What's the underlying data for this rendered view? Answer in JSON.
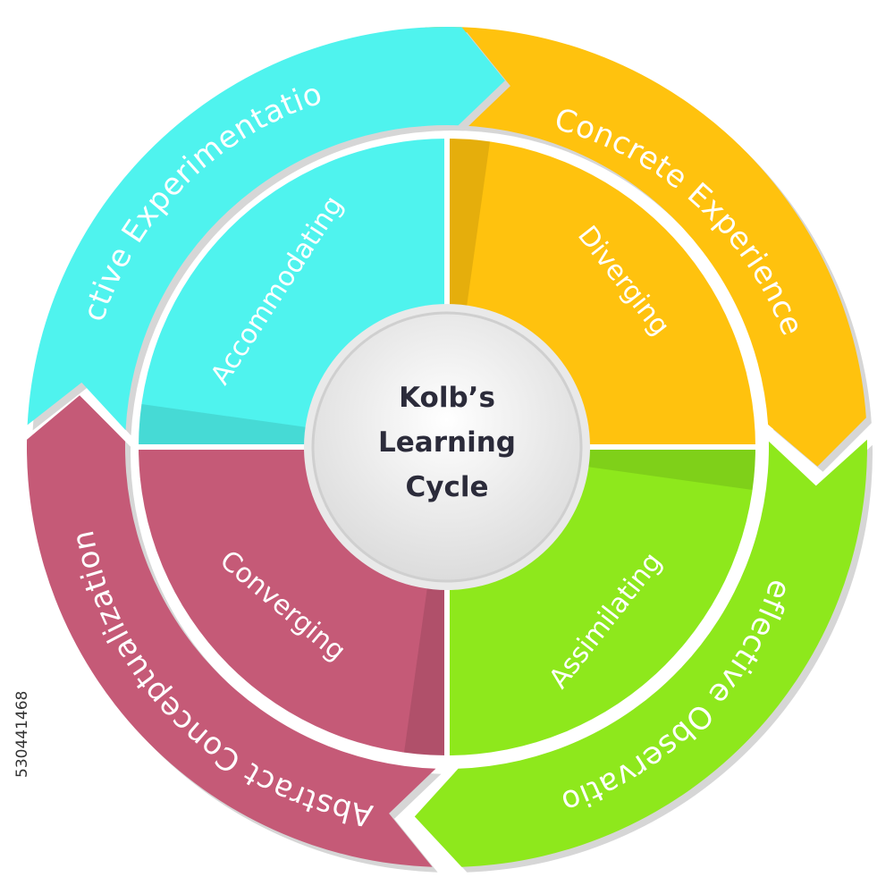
{
  "diagram": {
    "title_lines": [
      "Kolb’s",
      "Learning",
      "Cycle"
    ],
    "stages": [
      {
        "label": "Concrete Experience",
        "color": "#FFC20E"
      },
      {
        "label": "Reflective Observation",
        "color": "#8EE81C"
      },
      {
        "label": "Abstract Conceptualization",
        "color": "#C55A77"
      },
      {
        "label": "Active Experimentation",
        "color": "#4FF3EE"
      }
    ],
    "styles": [
      {
        "label": "Diverging",
        "color": "#FFC20E"
      },
      {
        "label": "Assimilating",
        "color": "#8EE81C"
      },
      {
        "label": "Converging",
        "color": "#C55A77"
      },
      {
        "label": "Accommodating",
        "color": "#4FF3EE"
      }
    ]
  },
  "stock_id": "530441468"
}
